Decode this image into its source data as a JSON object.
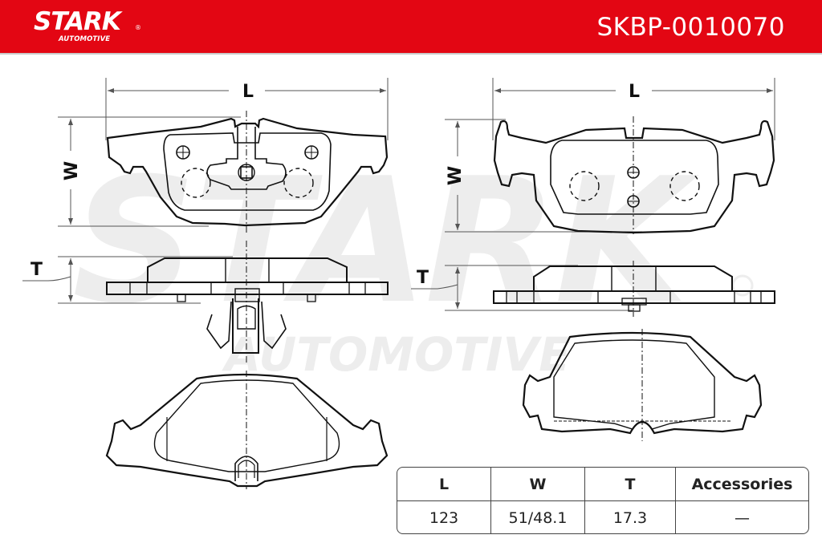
{
  "header": {
    "brand": "STARK",
    "brand_registered": "®",
    "brand_sub": "AUTOMOTIVE",
    "part_number": "SKBP-0010070",
    "background_color": "#e30613"
  },
  "watermark": {
    "main": "STARK",
    "sub": "AUTOMOTIVE",
    "registered": "®"
  },
  "drawing": {
    "left_view": {
      "length_label": "L",
      "width_label": "W",
      "thickness_label": "T"
    },
    "right_view": {
      "length_label": "L",
      "width_label": "W",
      "thickness_label": "T"
    }
  },
  "spec_table": {
    "headers": [
      "L",
      "W",
      "T",
      "Accessories"
    ],
    "values": [
      "123",
      "51/48.1",
      "17.3",
      "—"
    ]
  }
}
